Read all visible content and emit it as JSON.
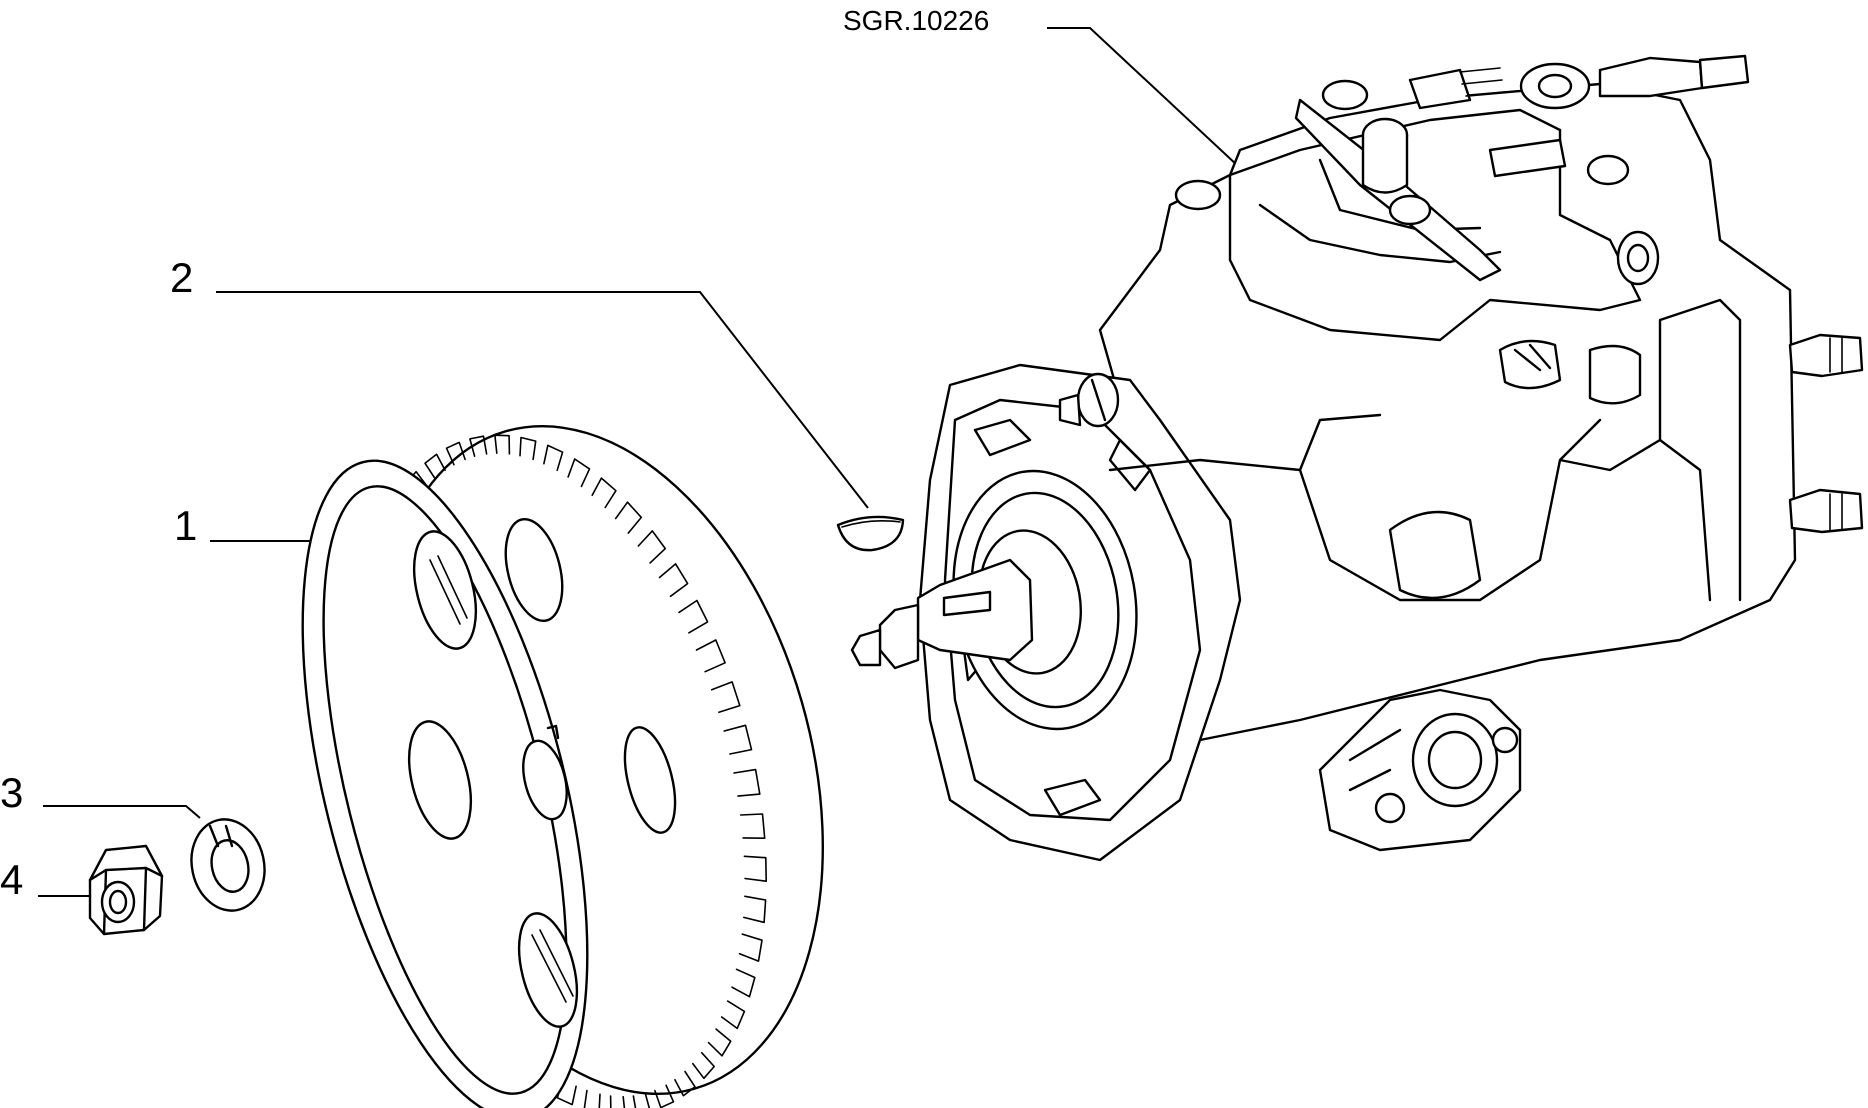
{
  "drawing": {
    "reference": "SGR.10226",
    "callouts": [
      {
        "id": "callout-1",
        "label": "1"
      },
      {
        "id": "callout-2",
        "label": "2"
      },
      {
        "id": "callout-3",
        "label": "3"
      },
      {
        "id": "callout-4",
        "label": "4"
      }
    ]
  }
}
